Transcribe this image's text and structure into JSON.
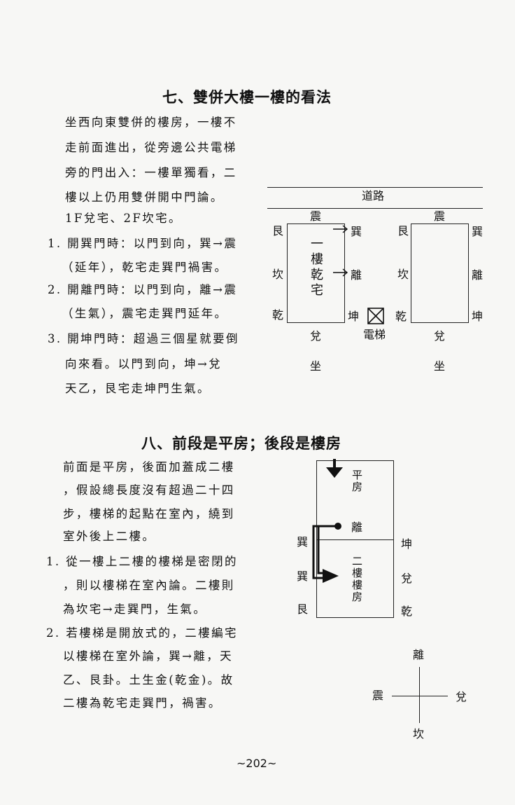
{
  "section7": {
    "title": "七、雙併大樓一樓的看法",
    "lines": [
      "坐西向東雙併的樓房，一樓不",
      "走前面進出，從旁邊公共電梯",
      "旁的門出入：一樓單獨看，二",
      "樓以上仍用雙併開中門論。",
      "1F兌宅、2F坎宅。",
      "1. 開巽門時：以門到向，巽→震",
      "（延年），乾宅走巽門禍害。",
      "2. 開離門時：以門到向，離→震",
      "（生氣），震宅走巽門延年。",
      "3. 開坤門時：超過三個星就要倒",
      "向來看。以門到向，坤→兌",
      "天乙，艮宅走坤門生氣。"
    ],
    "diagram": {
      "road": "道路",
      "zhen": "震",
      "gen": "艮",
      "kan": "坎",
      "qian": "乾",
      "xun": "巽",
      "li": "離",
      "kun": "坤",
      "dui": "兌",
      "zuo": "坐",
      "elevator": "電梯",
      "house": "一樓乾宅"
    }
  },
  "section8": {
    "title": "八、前段是平房；後段是樓房",
    "lines": [
      "前面是平房，後面加蓋成二樓",
      "，假設總長度沒有超過二十四",
      "步，樓梯的起點在室內，繞到",
      "室外後上二樓。",
      "1. 從一樓上二樓的樓梯是密閉的",
      "，則以樓梯在室內論。二樓則",
      "為坎宅→走巽門，生氣。",
      "2. 若樓梯是開放式的，二樓編宅",
      "以樓梯在室外論，巽→離，天",
      "乙、艮卦。土生金(乾金)。故",
      "二樓為乾宅走巽門，禍害。"
    ],
    "diagram": {
      "pingfang": "平房",
      "li": "離",
      "xun": "巽",
      "gen": "艮",
      "kun": "坤",
      "dui": "兌",
      "qian": "乾",
      "erlou": "二樓樓房"
    },
    "compass": {
      "top": "離",
      "left": "震",
      "right": "兌",
      "bottom": "坎"
    }
  },
  "page_number": "~202~"
}
